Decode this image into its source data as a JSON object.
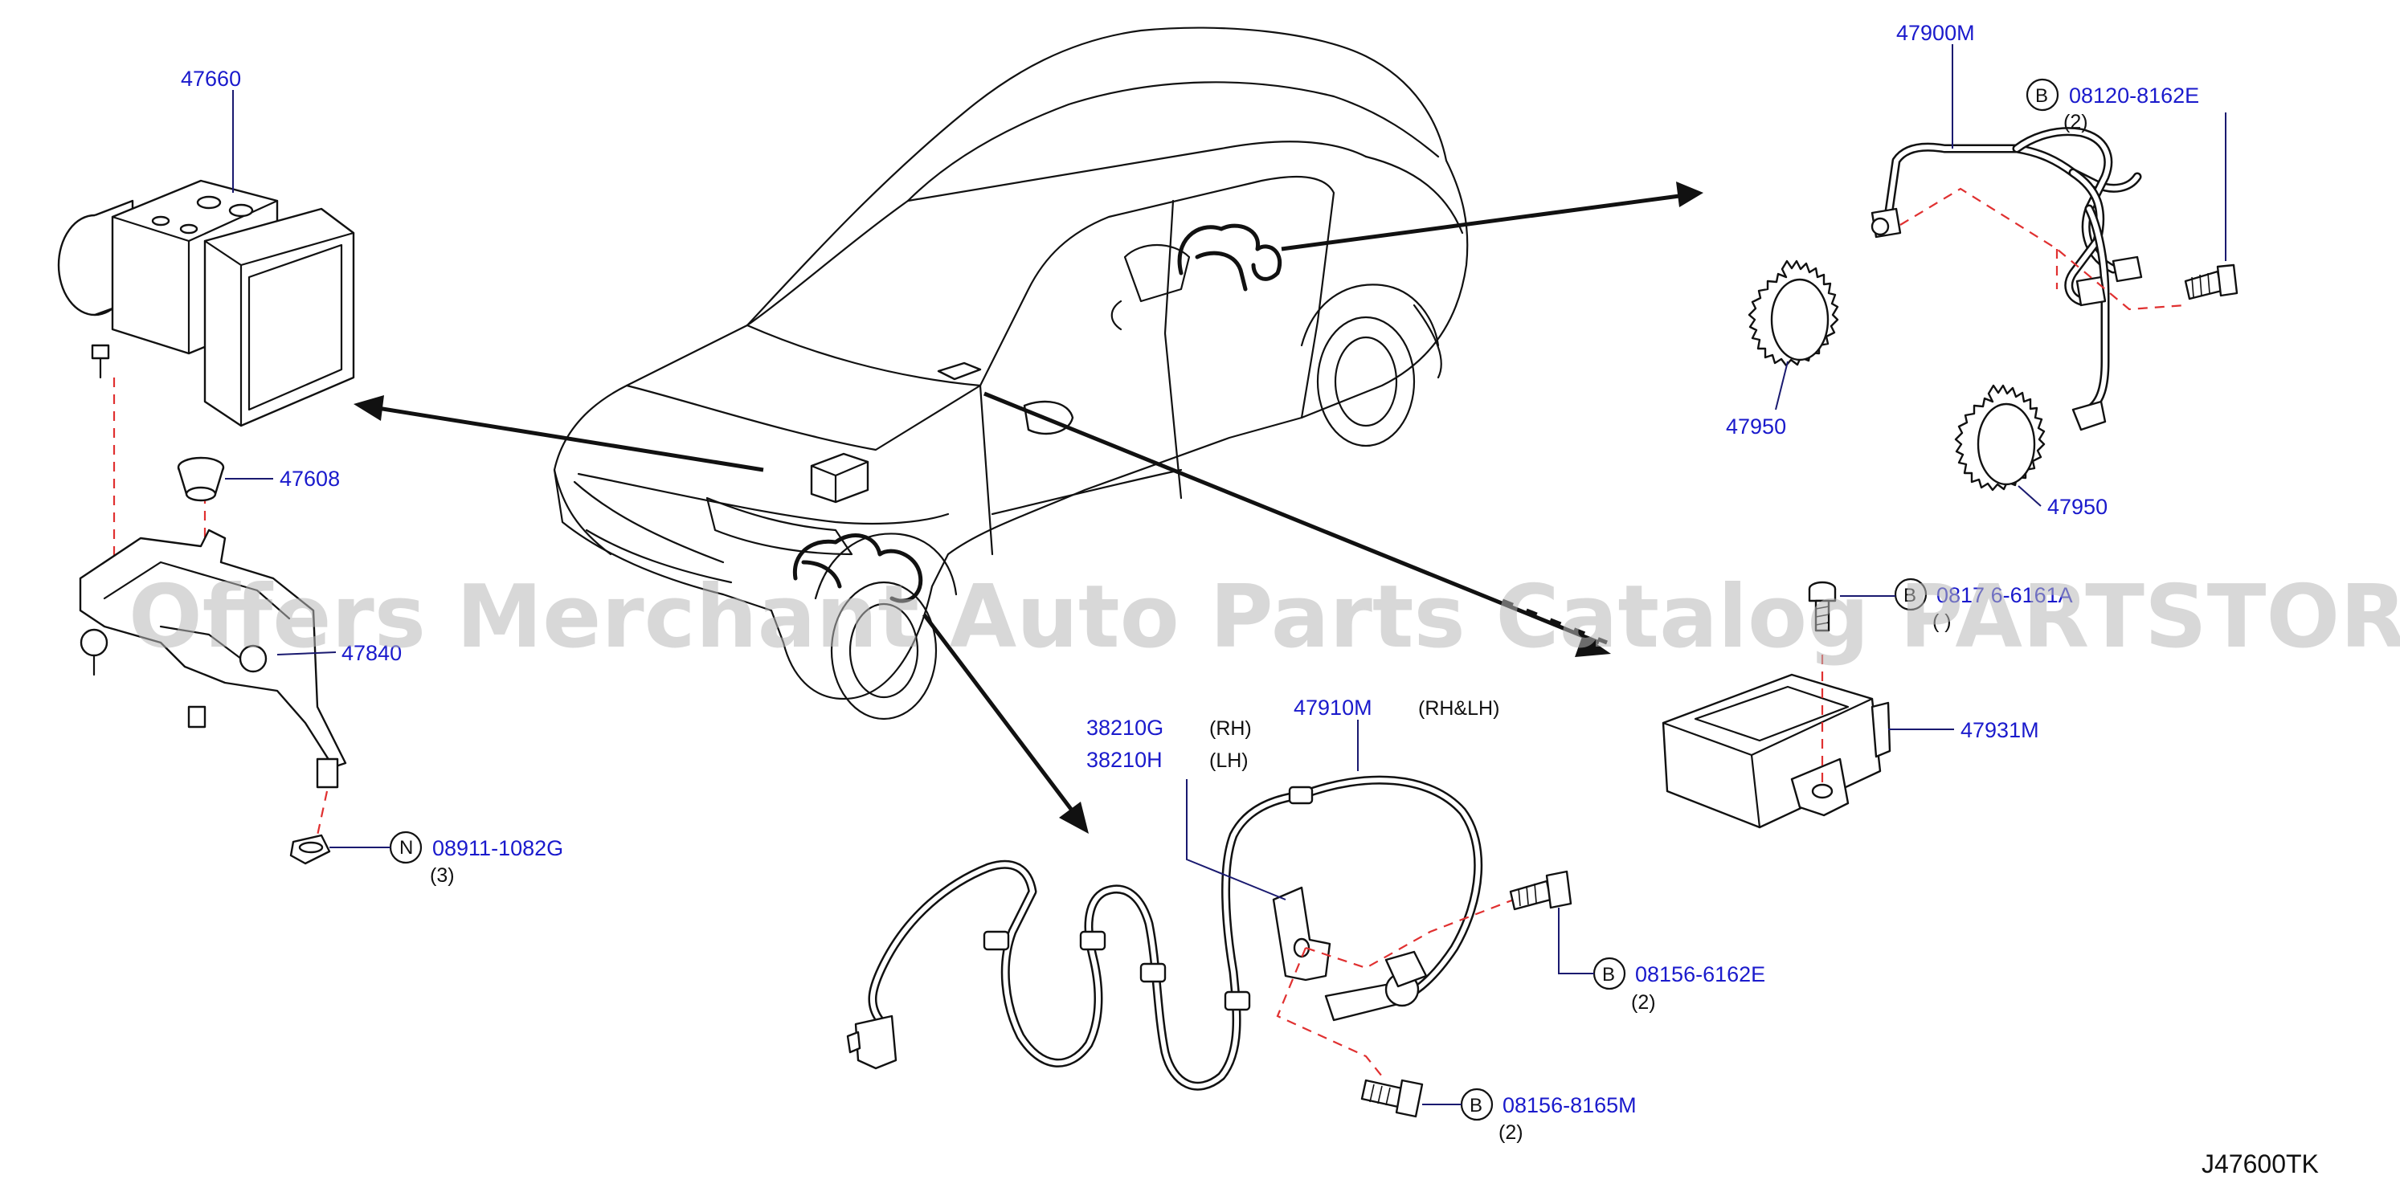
{
  "diagram": {
    "ref_code": "J47600TK",
    "watermark": "Offers Merchant Auto Parts Catalog PARTSTORE.SA",
    "labels": {
      "p47660": "47660",
      "p47608": "47608",
      "p47840": "47840",
      "p08911": "08911-1082G",
      "p08911_qty": "(3)",
      "p08911_badge": "N",
      "p47900M": "47900M",
      "p08120": "08120-8162E",
      "p08120_qty": "(2)",
      "p08120_badge": "B",
      "p47950_a": "47950",
      "p47950_b": "47950",
      "p0817x": "0817 6-6161A",
      "p0817x_qty": "( )",
      "p0817x_badge": "B",
      "p47931M": "47931M",
      "p47910M": "47910M",
      "p47910M_note": "(RH&LH)",
      "p38210G": "38210G",
      "p38210G_note": "(RH)",
      "p38210H": "38210H",
      "p38210H_note": "(LH)",
      "p08156_6162E": "08156-6162E",
      "p08156_6162E_qty": "(2)",
      "p08156_6162E_badge": "B",
      "p08156_8165M": "08156-8165M",
      "p08156_8165M_qty": "(2)",
      "p08156_8165M_badge": "B"
    }
  },
  "colors": {
    "part_number": "#1a1acc",
    "dashed_guide": "#e03030",
    "line_art": "#111111",
    "watermark": "#b8b8b8"
  }
}
